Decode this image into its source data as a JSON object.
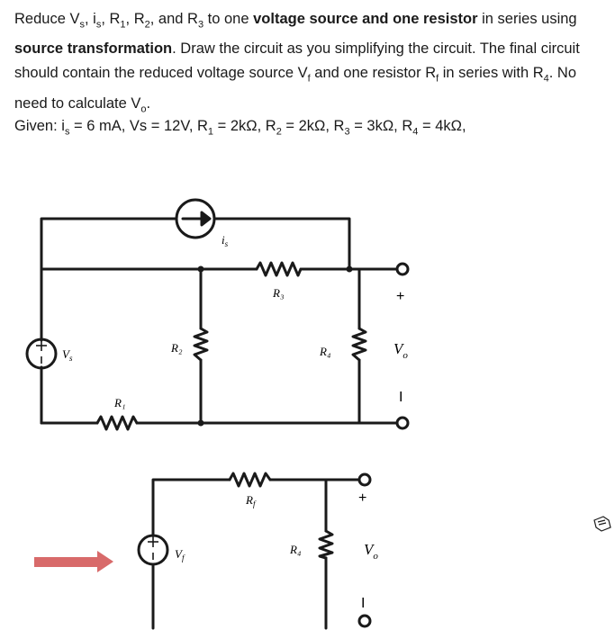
{
  "problem": {
    "line1_pre": "Reduce V",
    "line1_sub_s": "s",
    "line1_mid1": ", i",
    "line1_sub_s2": "s",
    "line1_mid2": ", R",
    "line1_sub_1": "1",
    "line1_mid3": ", R",
    "line1_sub_2": "2",
    "line1_mid4": ", and R",
    "line1_sub_3": "3",
    "line1_mid5": " to one ",
    "bold1": "voltage source and one resistor",
    "line1_post": " in series using",
    "bold2": "source transformation",
    "line2_post": ". Draw the circuit as you simplifying the circuit. The final circuit should contain the reduced voltage source V",
    "sub_f1": "f",
    "line3_mid": " and one resistor R",
    "sub_f2": "f",
    "line3_post": " in series with R",
    "sub_4": "4",
    "line4_mid": ". No need to calculate V",
    "sub_o": "o",
    "line4_post": "."
  },
  "given": {
    "pre": "Given: i",
    "s": "s",
    "a": " = 6 mA, Vs = 12V, R",
    "s1": "1",
    "b": " = 2kΩ, R",
    "s2": "2",
    "c": " = 2kΩ, R",
    "s3": "3",
    "d": " = 3kΩ, R",
    "s4": "4",
    "e": " = 4kΩ,"
  },
  "circuit1": {
    "is": "i",
    "is_sub": "s",
    "R3": "R₃",
    "R2": "R₂",
    "R4": "R₄",
    "R1": "R₁",
    "Vs": "V",
    "Vs_sub": "s",
    "Vo": "V",
    "Vo_sub": "o",
    "plus": "+",
    "minus": "I"
  },
  "circuit2": {
    "Rf": "R",
    "Rf_sub": "f",
    "Vf": "V",
    "Vf_sub": "f",
    "R4": "R₄",
    "Vo": "V",
    "Vo_sub": "o",
    "plus": "+",
    "minus": "I"
  },
  "colors": {
    "arrow": "#d86a6a",
    "wire": "#1a1a1a"
  }
}
